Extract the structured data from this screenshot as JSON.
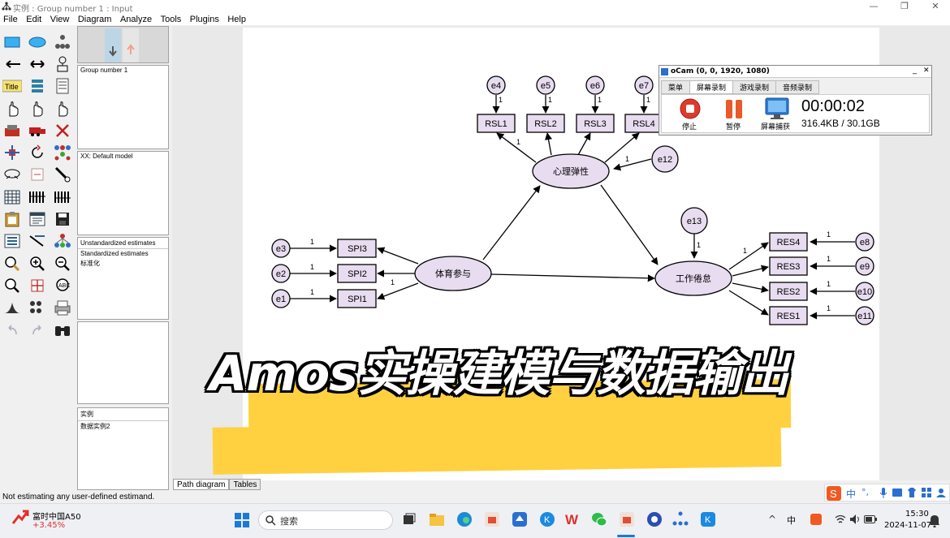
{
  "window": {
    "title": "实例 : Group number 1 : Input",
    "minimize": "—",
    "restore": "❐",
    "close": "✕"
  },
  "menu": [
    "File",
    "Edit",
    "View",
    "Diagram",
    "Analyze",
    "Tools",
    "Plugins",
    "Help"
  ],
  "panels": {
    "groups": {
      "item": "Group number 1"
    },
    "models": {
      "item": "XX: Default model"
    },
    "estimates": {
      "items": [
        "Unstandardized estimates",
        "Standardized estimates",
        "标准化"
      ]
    },
    "files": {
      "header": "实例",
      "item": "数据实例2"
    }
  },
  "tabs": {
    "path": "Path diagram",
    "tables": "Tables"
  },
  "status": "Not estimating any user-defined estimand.",
  "diagram": {
    "latent": {
      "pe": "体育参与",
      "pr": "心理弹性",
      "wb": "工作倦怠"
    },
    "observed": {
      "spi3": "SPI3",
      "spi2": "SPI2",
      "spi1": "SPI1",
      "rsl1": "RSL1",
      "rsl2": "RSL2",
      "rsl3": "RSL3",
      "rsl4": "RSL4",
      "res4": "RES4",
      "res3": "RES3",
      "res2": "RES2",
      "res1": "RES1"
    },
    "errors": {
      "e1": "e1",
      "e2": "e2",
      "e3": "e3",
      "e4": "e4",
      "e5": "e5",
      "e6": "e6",
      "e7": "e7",
      "e8": "e8",
      "e9": "e9",
      "e10": "e10",
      "e11": "e11",
      "e12": "e12",
      "e13": "e13"
    },
    "one": "1"
  },
  "ocam": {
    "title": "oCam (0, 0, 1920, 1080)",
    "tabs": [
      "菜单",
      "屏幕录制",
      "游戏录制",
      "音频录制"
    ],
    "stop": "停止",
    "pause": "暂停",
    "capture": "屏幕捕获",
    "time": "00:00:02",
    "size": "316.4KB / 30.1GB",
    "minimize": "_",
    "close": "✕"
  },
  "overlay": {
    "title": "Amos实操建模与数据输出"
  },
  "taskbar": {
    "stock_name": "富时中国A50",
    "stock_change": "+3.45%",
    "search": "搜索",
    "time": "15:30",
    "date": "2024-11-07",
    "ime_lang": "中",
    "ime_punct": "°,",
    "tray_chevron": "^",
    "tray_lang": "中"
  },
  "colors": {
    "node_fill": "#e8dcf0",
    "accent_yellow": "#ffd141",
    "stop_red": "#e03a2c",
    "stock_up": "#e0312b"
  }
}
